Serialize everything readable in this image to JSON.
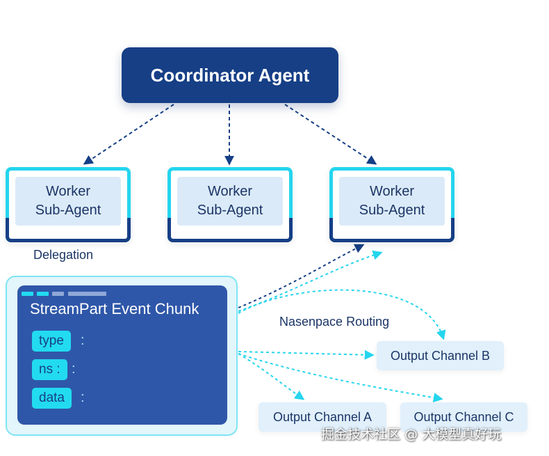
{
  "coordinator": {
    "label": "Coordinator Agent"
  },
  "workers": [
    {
      "line1": "Worker",
      "line2": "Sub-Agent"
    },
    {
      "line1": "Worker",
      "line2": "Sub-Agent"
    },
    {
      "line1": "Worker",
      "line2": "Sub-Agent"
    }
  ],
  "labels": {
    "delegation": "Delegation",
    "routing": "Nasenpace Routing"
  },
  "chunk": {
    "title": "StreamPart Event Chunk",
    "fields": [
      {
        "name": "type",
        "separator": ":"
      },
      {
        "name": "ns :",
        "separator": ":"
      },
      {
        "name": "data",
        "separator": ":"
      }
    ]
  },
  "channels": {
    "a": "Output Channel A",
    "b": "Output Channel B",
    "c": "Output Channel C"
  },
  "watermark": "掘金技术社区 @ 大模型真好玩",
  "colors": {
    "navy": "#163f86",
    "cyan": "#25d5ee",
    "panel_blue": "#2f57a9",
    "light_blue": "#dbeaf8"
  }
}
